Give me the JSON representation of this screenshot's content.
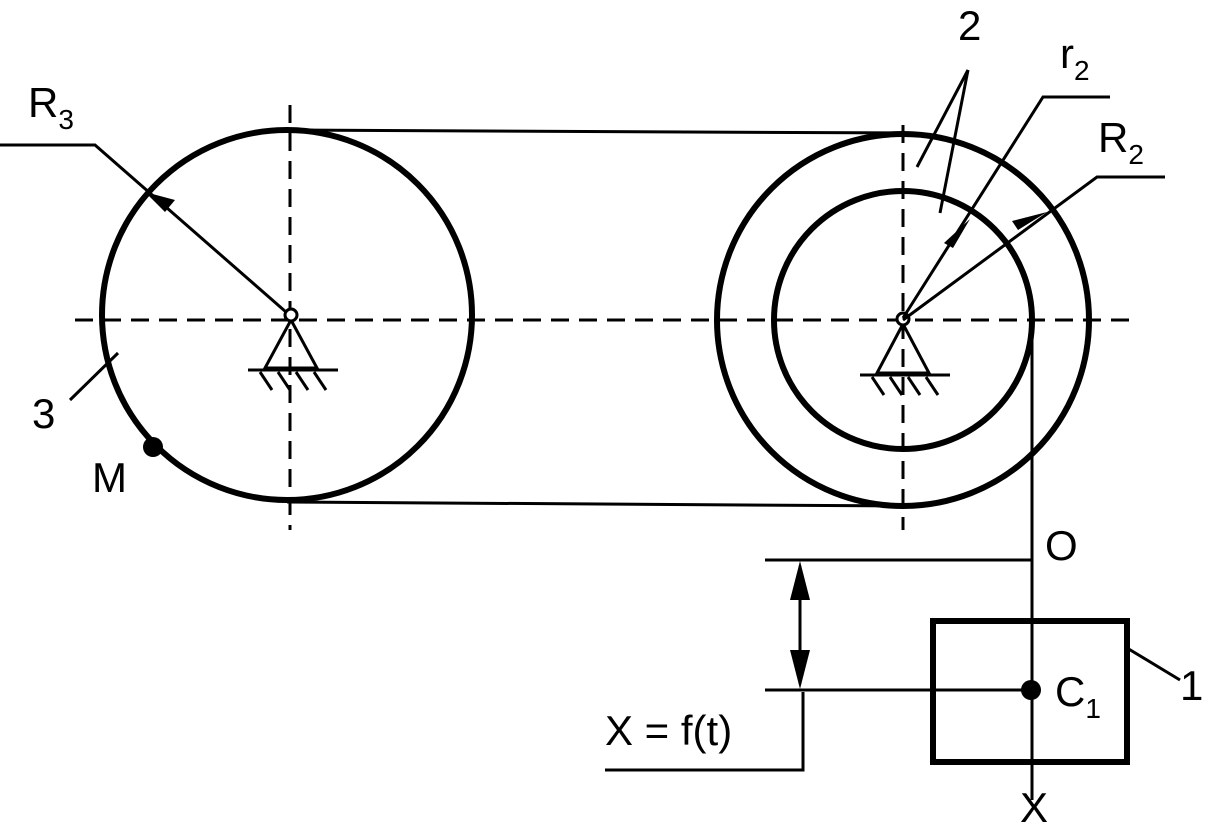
{
  "labels": {
    "R3": {
      "main": "R",
      "sub": "3"
    },
    "r2": {
      "main": "r",
      "sub": "2"
    },
    "R2": {
      "main": "R",
      "sub": "2"
    },
    "label_2": "2",
    "label_3": "3",
    "label_1": "1",
    "M": "M",
    "O": "O",
    "X_axis": "X",
    "C1": {
      "main": "C",
      "sub": "1"
    },
    "equation": "X = f(t)"
  },
  "colors": {
    "stroke": "#000000",
    "background": "#ffffff"
  }
}
